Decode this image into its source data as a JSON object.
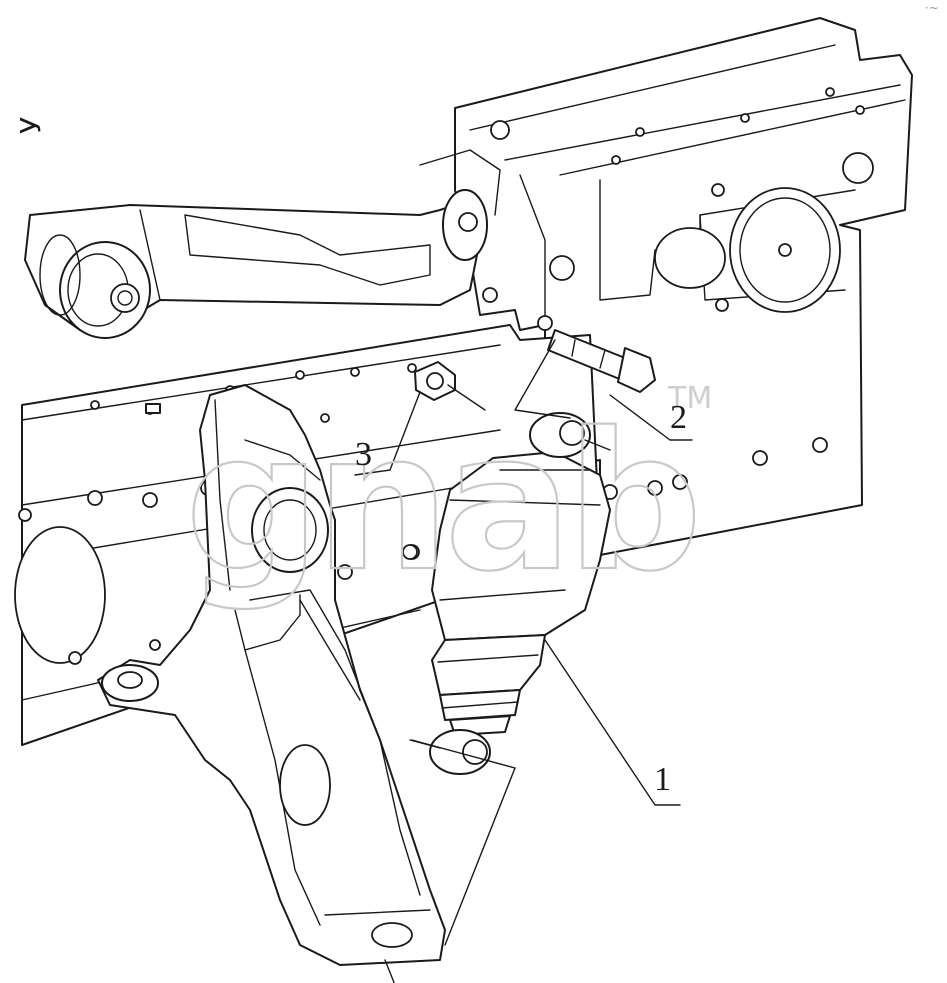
{
  "callouts": [
    {
      "id": "1",
      "label": "1"
    },
    {
      "id": "2",
      "label": "2"
    },
    {
      "id": "3",
      "label": "3"
    }
  ],
  "watermark": {
    "text": "gnab",
    "trademark": "TM"
  },
  "edge_marks": {
    "left": "У",
    "corner": "·~"
  },
  "colors": {
    "line": "#1a1a1a",
    "paper": "#ffffff",
    "watermark": "#c8c8c8"
  }
}
